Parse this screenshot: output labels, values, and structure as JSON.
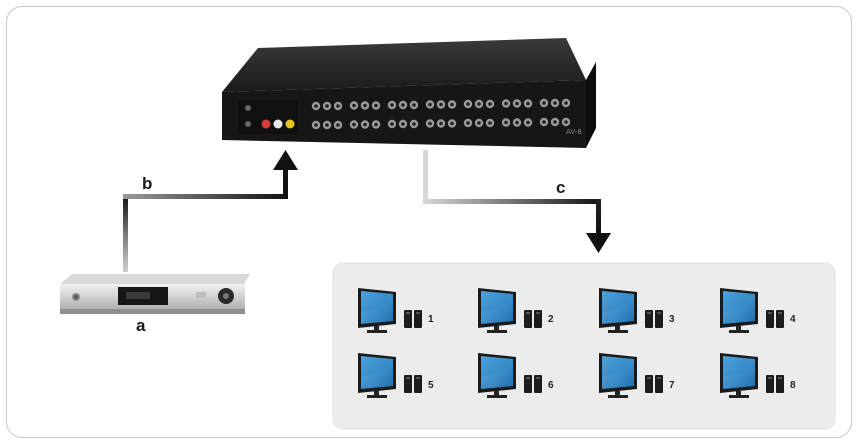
{
  "diagram": {
    "labels": {
      "source": "a",
      "input_link": "b",
      "output_link": "c"
    },
    "displays": [
      "1",
      "2",
      "3",
      "4",
      "5",
      "6",
      "7",
      "8"
    ],
    "colors": {
      "screen": "#2a86c8",
      "device": "#1c1c1c",
      "panel": "#ececec",
      "arrow": "#111111"
    }
  }
}
